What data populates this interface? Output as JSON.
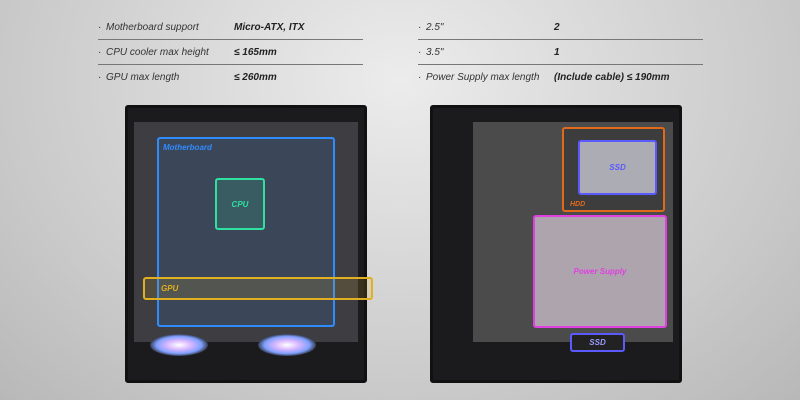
{
  "left_specs": [
    {
      "label": "Motherboard support",
      "value": "Micro-ATX, ITX"
    },
    {
      "label": "CPU cooler max height",
      "value": "≤ 165mm"
    },
    {
      "label": "GPU max length",
      "value": "≤ 260mm"
    }
  ],
  "right_specs": [
    {
      "label": "2.5\"",
      "value": "2"
    },
    {
      "label": "3.5\"",
      "value": "1"
    },
    {
      "label": "Power Supply max length",
      "value": "(Include cable) ≤ 190mm"
    }
  ],
  "left_case": {
    "motherboard": "Motherboard",
    "cpu": "CPU",
    "gpu": "GPU"
  },
  "right_case": {
    "ssd_top": "SSD",
    "hdd": "HDD",
    "psu": "Power Supply",
    "ssd_bottom": "SSD"
  },
  "colors": {
    "motherboard": "#2f8cff",
    "cpu": "#2fe0a0",
    "gpu": "#e0b020",
    "hdd": "#e06a1a",
    "ssd": "#5a5aff",
    "psu": "#e040e0"
  }
}
